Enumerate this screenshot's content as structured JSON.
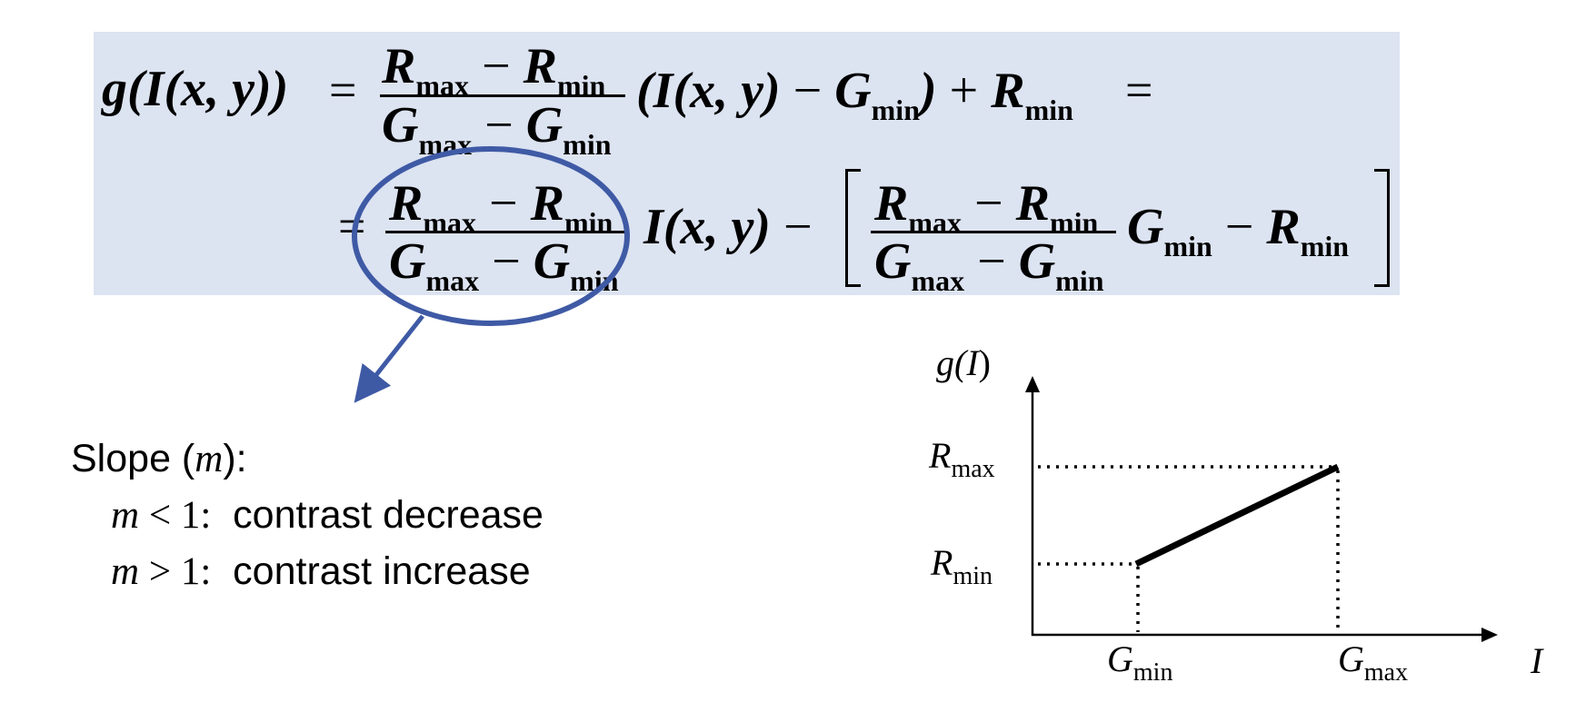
{
  "formula": {
    "lhs": "g(I(x, y))",
    "eq": "=",
    "minus": "−",
    "plus": "+",
    "R": "R",
    "G": "G",
    "sub_max": "max",
    "sub_min": "min",
    "I_term": "I(x, y)",
    "paren_I_open": "(I(x, y)",
    "close_paren": ")",
    "bracket_open": "[",
    "bracket_close": "]"
  },
  "slope": {
    "heading_prefix": "Slope (",
    "heading_var": "m",
    "heading_suffix": "):",
    "rows": [
      {
        "var": "m",
        "rel": " < 1:",
        "text": "contrast decrease"
      },
      {
        "var": "m",
        "rel": " > 1:",
        "text": "contrast increase"
      }
    ]
  },
  "graph": {
    "y_axis_label_func": "g(",
    "y_axis_label_var": "I",
    "y_axis_label_close": ")",
    "x_axis_label": "I",
    "R_max": {
      "base": "R",
      "sub": "max"
    },
    "R_min": {
      "base": "R",
      "sub": "min"
    },
    "G_min": {
      "base": "G",
      "sub": "min"
    },
    "G_max": {
      "base": "G",
      "sub": "max"
    }
  },
  "colors": {
    "formula_bg": "#dce3f1",
    "highlight": "#3f5aa5"
  }
}
